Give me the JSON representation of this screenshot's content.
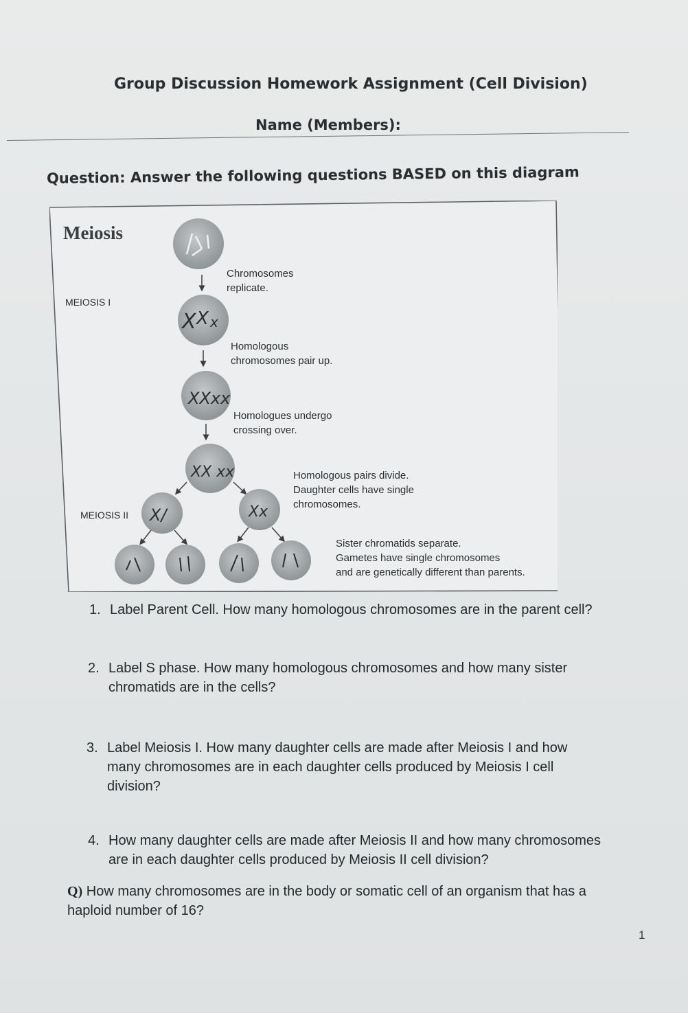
{
  "header": {
    "title": "Group Discussion Homework Assignment (Cell Division)",
    "name_label": "Name (Members):",
    "instruction": "Question: Answer the following questions BASED on this diagram"
  },
  "diagram": {
    "title": "Meiosis",
    "stage_labels": {
      "meiosis1": "MEIOSIS I",
      "meiosis2": "MEIOSIS II"
    },
    "steps": [
      "Chromosomes\nreplicate.",
      "Homologous\nchromosomes pair up.",
      "Homologues undergo\ncrossing over.",
      "Homologous pairs divide.\nDaughter cells have single\nchromosomes.",
      "Sister chromatids separate.\nGametes have single chromosomes\nand are genetically different than parents."
    ]
  },
  "questions": [
    {
      "number": "1.",
      "text": "Label Parent Cell. How many homologous chromosomes are in the parent cell?"
    },
    {
      "number": "2.",
      "line1": "Label S phase. How many homologous chromosomes and how many sister",
      "line2": "chromatids are in the cells?"
    },
    {
      "number": "3.",
      "line1": "Label Meiosis I. How many daughter cells are made after Meiosis I and how",
      "line2": "many chromosomes are in each daughter cells produced by Meiosis I cell",
      "line3": "division?"
    },
    {
      "number": "4.",
      "line1": "How many daughter cells are made after Meiosis II and how many chromosomes",
      "line2": "are in each daughter cells produced by Meiosis II cell division?"
    }
  ],
  "extra_question": {
    "marker": "Q)",
    "line1": "How many chromosomes are in the body or somatic cell of an organism that has a",
    "line2": "haploid number of 16?"
  },
  "page_number": "1"
}
